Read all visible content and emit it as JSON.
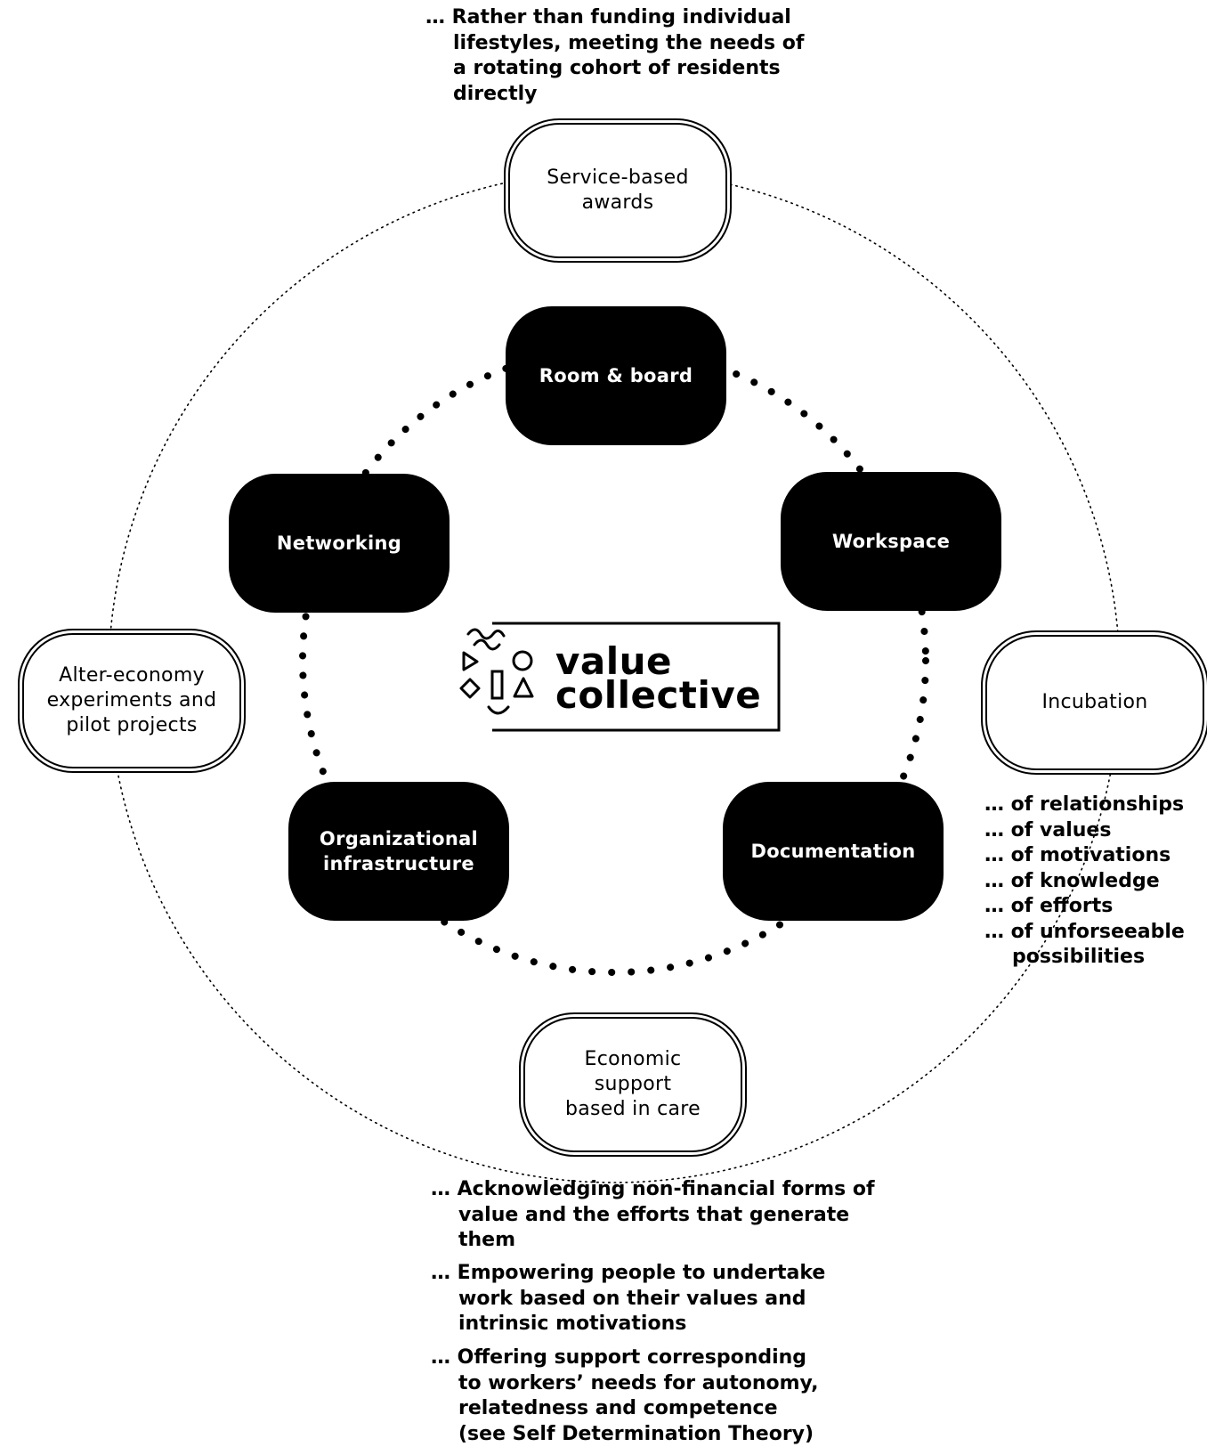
{
  "top_note": {
    "lines": [
      "… Rather than funding individual",
      "lifestyles, meeting the needs of",
      "a rotating cohort of residents",
      "directly"
    ]
  },
  "outer_nodes": {
    "service_awards": [
      "Service-based",
      "awards"
    ],
    "incubation": [
      "Incubation"
    ],
    "economic_support": [
      "Economic",
      "support",
      "based in care"
    ],
    "alter_economy": [
      "Alter-economy",
      "experiments and",
      "pilot projects"
    ]
  },
  "inner_nodes": {
    "room_board": [
      "Room & board"
    ],
    "workspace": [
      "Workspace"
    ],
    "documentation": [
      "Documentation"
    ],
    "org_infrastructure": [
      "Organizational",
      "infrastructure"
    ],
    "networking": [
      "Networking"
    ]
  },
  "logo": {
    "line1": "value",
    "line2": "collective"
  },
  "incubation_list": [
    "… of relationships",
    "… of values",
    "… of motivations",
    "… of knowledge",
    "… of efforts",
    "… of unforseeable",
    "possibilities"
  ],
  "bottom_notes": [
    [
      "… Acknowledging non-financial forms of",
      "value and the efforts that generate",
      "them"
    ],
    [
      "… Empowering people to undertake",
      "work based on their values and",
      "intrinsic motivations"
    ],
    [
      "… Offering support corresponding",
      "to workers’ needs for autonomy,",
      "relatedness and competence",
      "(see Self Determination Theory)"
    ]
  ]
}
